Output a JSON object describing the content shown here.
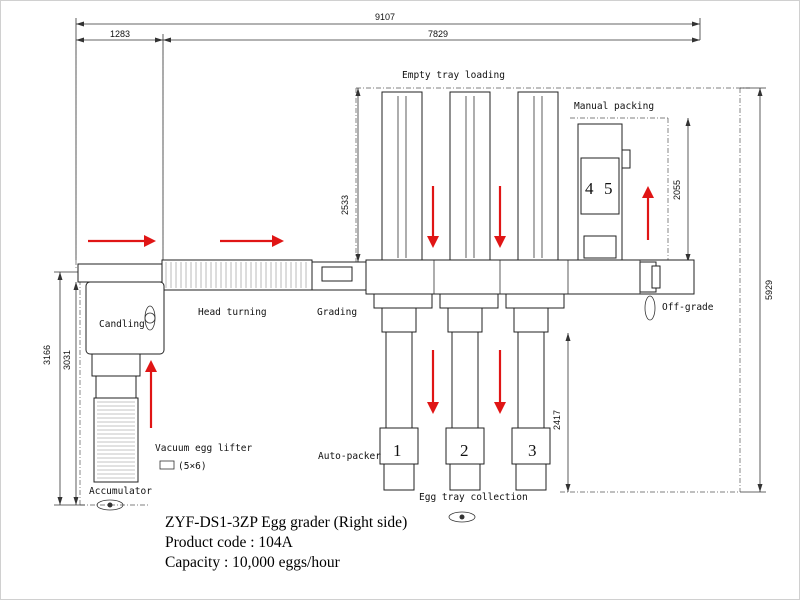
{
  "dimensions": {
    "total_width": "9107",
    "left_width": "1283",
    "main_width": "7829",
    "height_right": "5929",
    "height_left_outer": "3166",
    "height_left_inner": "3031",
    "tray_height": "2533",
    "manual_height": "2055",
    "collection_height": "2417"
  },
  "labels": {
    "empty_tray_loading": "Empty tray loading",
    "manual_packing": "Manual packing",
    "candling": "Candling",
    "head_turning": "Head turning",
    "grading": "Grading",
    "off_grade": "Off-grade",
    "vacuum_egg_lifter": "Vacuum egg lifter",
    "lifter_spec": "(5×6)",
    "auto_packer": "Auto-packer",
    "accumulator": "Accumulator",
    "egg_tray_collection": "Egg tray collection"
  },
  "packer_numbers": [
    "1",
    "2",
    "3"
  ],
  "manual_numbers": [
    "4",
    "5"
  ],
  "caption": {
    "line1": "ZYF-DS1-3ZP Egg grader  (Right side)",
    "line2": "Product code : 104A",
    "line3": "Capacity : 10,000 eggs/hour"
  },
  "colors": {
    "arrow": "#e01515",
    "line": "#222222"
  }
}
